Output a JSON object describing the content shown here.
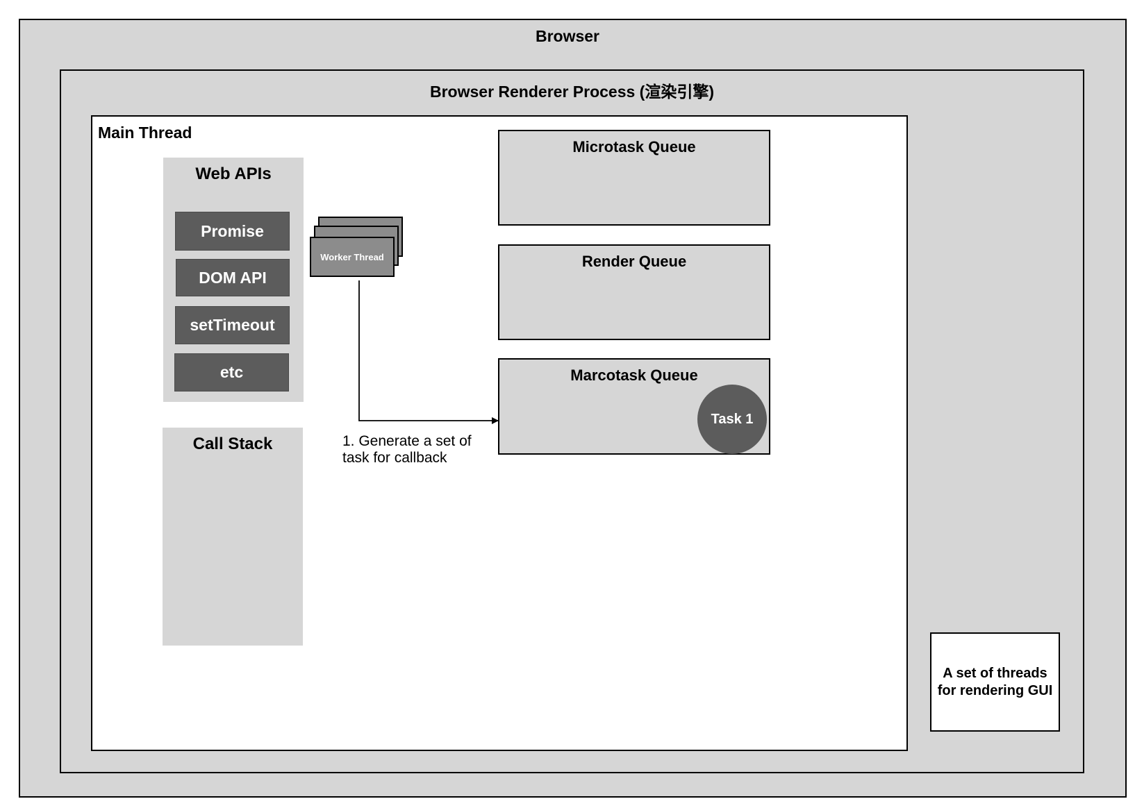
{
  "browser": {
    "title": "Browser"
  },
  "renderer": {
    "title": "Browser Renderer Process (渲染引擎)"
  },
  "main_thread": {
    "title": "Main Thread"
  },
  "web_apis": {
    "title": "Web APIs",
    "items": [
      "Promise",
      "DOM API",
      "setTimeout",
      "etc"
    ]
  },
  "call_stack": {
    "title": "Call Stack"
  },
  "worker": {
    "label": "Worker Thread"
  },
  "queues": {
    "microtask": {
      "title": "Microtask Queue"
    },
    "render": {
      "title": "Render Queue"
    },
    "macrotask": {
      "title": "Marcotask Queue",
      "task": "Task 1"
    }
  },
  "edge": {
    "label": "1. Generate a set of\ntask for callback"
  },
  "gui": {
    "label": "A set of threads\nfor rendering GUI"
  }
}
